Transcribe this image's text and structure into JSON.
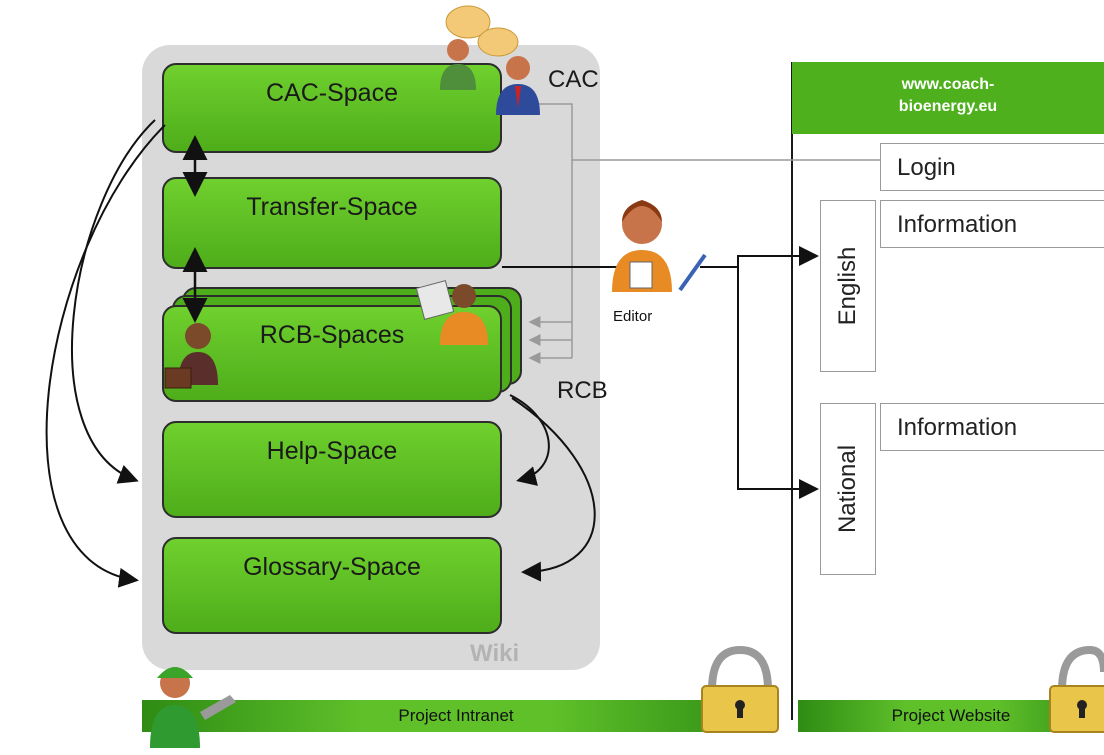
{
  "intranet": {
    "wiki_label": "Wiki",
    "banner": "Project Intranet",
    "spaces": {
      "cac": "CAC-Space",
      "transfer": "Transfer-Space",
      "rcb": "RCB-Spaces",
      "help": "Help-Space",
      "glossary": "Glossary-Space"
    },
    "roles": {
      "cac": "CAC",
      "rcb": "RCB",
      "editor": "Editor"
    }
  },
  "website": {
    "url": "www.coach-bioenergy.eu",
    "login": "Login",
    "languages": [
      {
        "label": "English",
        "info": "Information"
      },
      {
        "label": "National",
        "info": "Information"
      }
    ],
    "banner": "Project Website"
  },
  "colors": {
    "space_green": "#5bbf23",
    "wiki_gray": "#d9d9d9",
    "site_green": "#4db01c"
  },
  "icons": [
    "person-icon",
    "speech-bubble-icon",
    "editor-person-icon",
    "technician-icon",
    "padlock-icon",
    "briefcase-person-icon"
  ]
}
